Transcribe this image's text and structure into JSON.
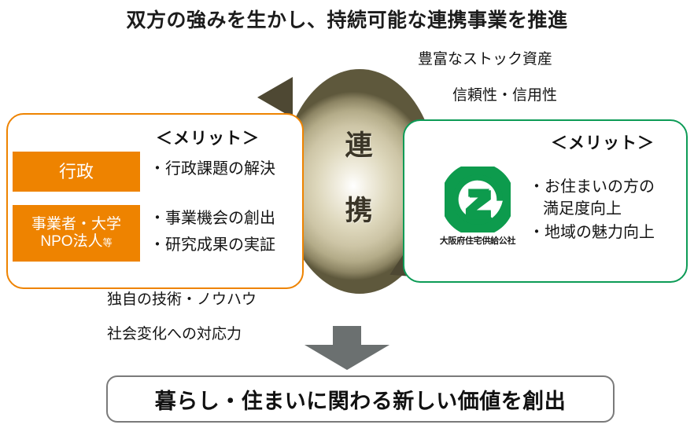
{
  "title": "双方の強みを生かし、持続可能な連携事業を推進",
  "center": {
    "label_line1": "連",
    "label_line2": "携",
    "arrow_left_name": "arrow-pointing-to-public-sector",
    "arrow_right_name": "arrow-pointing-to-housing-corporation"
  },
  "captions": {
    "right_top_1": "豊富なストック資産",
    "right_top_2": "信頼性・信用性",
    "left_bottom_1": "独自の技術・ノウハウ",
    "left_bottom_2": "社会変化への対応力"
  },
  "left_box": {
    "merit_heading": "＜メリット＞",
    "tags": [
      {
        "label": "行政"
      },
      {
        "line1": "事業者・大学",
        "line2_main": "NPO法人",
        "line2_small": "等"
      }
    ],
    "benefits_group_a": [
      "・行政課題の解決"
    ],
    "benefits_group_b": [
      "・事業機会の創出",
      "・研究成果の実証"
    ]
  },
  "right_box": {
    "merit_heading": "＜メリット＞",
    "logo_caption": "大阪府住宅供給公社",
    "benefits": [
      {
        "first": "・お住まいの方の",
        "second": "満足度向上"
      },
      {
        "first": "・地域の魅力向上",
        "second": ""
      }
    ]
  },
  "result": {
    "text": "暮らし・住まいに関わる新しい価値を創出"
  },
  "colors": {
    "orange": "#EE8300",
    "green": "#0c9b56",
    "logo_green": "#0d9b4d",
    "circle_dark": "#5e583c",
    "arrow_brown": "#4e4833",
    "down_arrow_gray": "#6b7070",
    "result_border": "#7a7a7a"
  }
}
